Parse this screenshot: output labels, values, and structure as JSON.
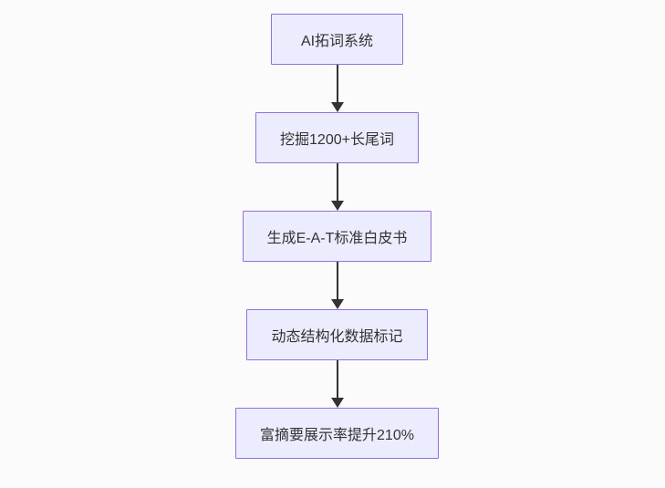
{
  "flowchart": {
    "type": "flowchart",
    "direction": "top-down",
    "nodes": [
      {
        "id": "node-1",
        "label": "AI拓词系统"
      },
      {
        "id": "node-2",
        "label": "挖掘1200+长尾词"
      },
      {
        "id": "node-3",
        "label": "生成E-A-T标准白皮书"
      },
      {
        "id": "node-4",
        "label": "动态结构化数据标记"
      },
      {
        "id": "node-5",
        "label": "富摘要展示率提升210%"
      }
    ],
    "edges": [
      {
        "from": "node-1",
        "to": "node-2"
      },
      {
        "from": "node-2",
        "to": "node-3"
      },
      {
        "from": "node-3",
        "to": "node-4"
      },
      {
        "from": "node-4",
        "to": "node-5"
      }
    ],
    "colors": {
      "node_fill": "#ECECFF",
      "node_border": "#9370DB",
      "node_text": "#333333",
      "arrow": "#333333",
      "background": "#FBFBFB"
    }
  }
}
